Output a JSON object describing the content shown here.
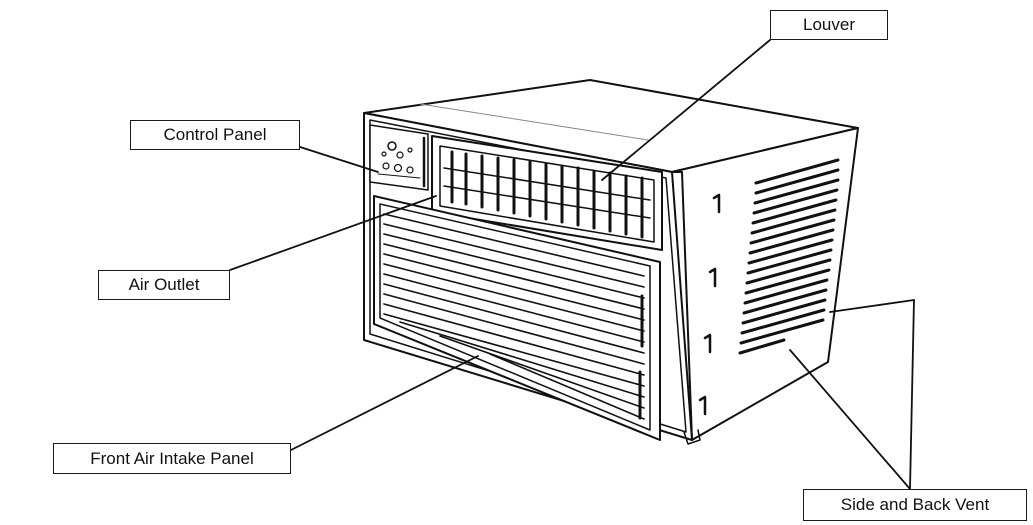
{
  "labels": {
    "louver": "Louver",
    "control_panel": "Control Panel",
    "air_outlet": "Air Outlet",
    "front_air_intake_panel": "Front Air Intake Panel",
    "side_and_back_vent": "Side and Back Vent"
  },
  "colors": {
    "line": "#111111",
    "fill": "#ffffff",
    "shade": "#e8e8e8"
  }
}
